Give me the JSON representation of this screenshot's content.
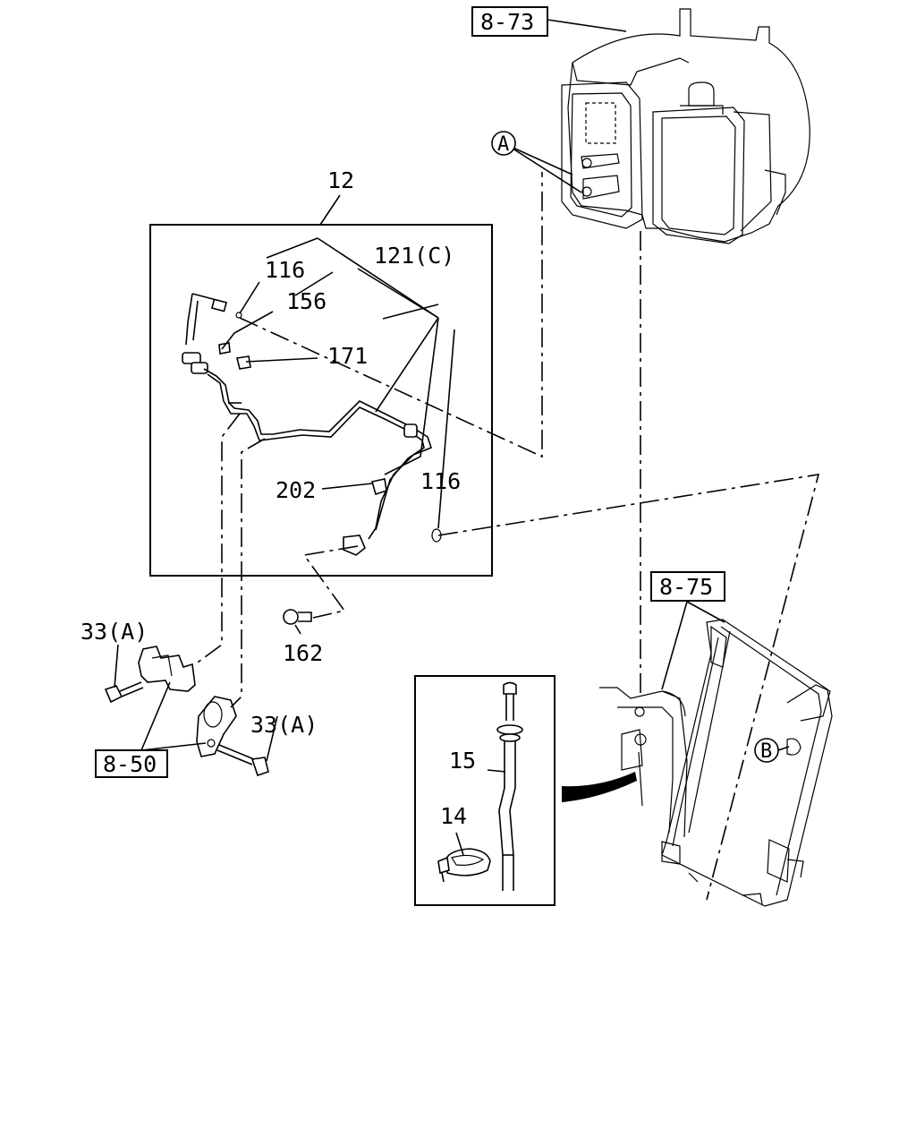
{
  "refs": {
    "heater_unit": "8-73",
    "condenser": "8-75",
    "bracket": "8-50"
  },
  "labels": {
    "pipe_assembly": "12",
    "oring_top": "116",
    "pipe_c": "121(C)",
    "cap_156": "156",
    "cap_171": "171",
    "valve_202": "202",
    "oring_right": "116",
    "bolt_162": "162",
    "clamp_left": "33(A)",
    "clamp_right": "33(A)",
    "receiver_tube": "15",
    "band_clamp": "14"
  },
  "markers": {
    "a": "A",
    "b": "B"
  }
}
